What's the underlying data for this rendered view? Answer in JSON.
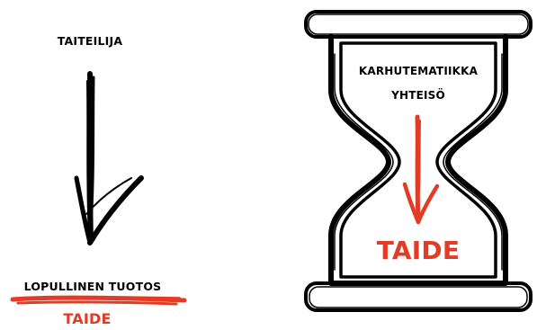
{
  "left_flow": {
    "source_label": "TAITEILIJA",
    "result_caption": "LOPULLINEN TUOTOS",
    "result_label": "TAIDE"
  },
  "hourglass_flow": {
    "source_line1": "KARHUTEMATIIKKA",
    "source_line2": "YHTEISÖ",
    "result_label": "TAIDE"
  },
  "colors": {
    "ink": "#000000",
    "accent": "#e23b26",
    "background": "#ffffff"
  },
  "icons": {
    "left_arrow": "brush-arrow-down-icon",
    "hourglass": "hourglass-icon",
    "hourglass_arrow": "red-arrow-down-icon",
    "underline": "red-brush-stroke-icon"
  }
}
